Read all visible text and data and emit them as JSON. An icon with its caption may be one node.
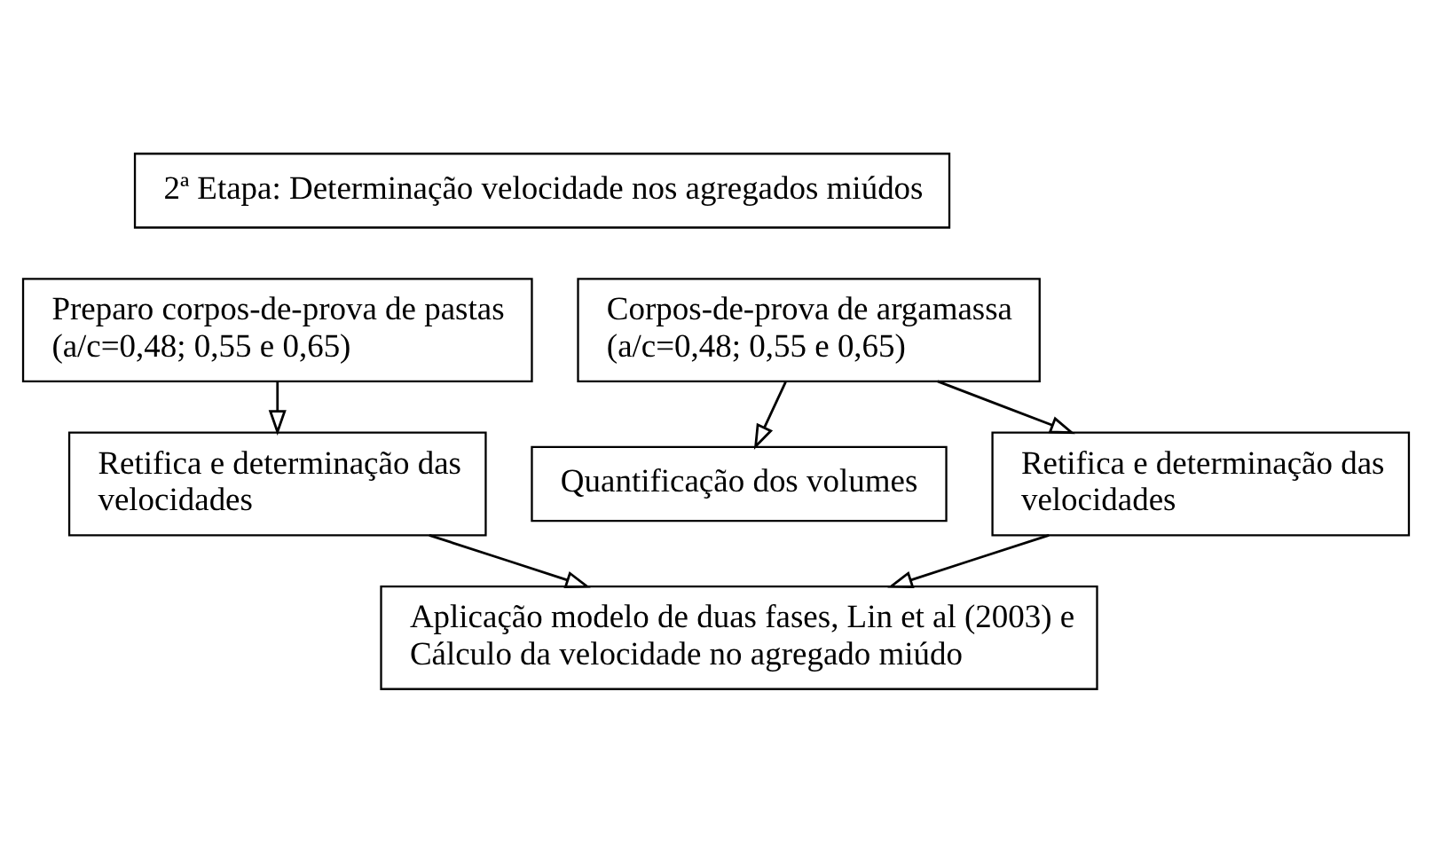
{
  "diagram": {
    "nodes": [
      {
        "text": [
          "2ª Etapa: Determinação velocidade nos agregados miúdos"
        ]
      },
      {
        "text": [
          "Preparo corpos-de-prova de pastas (a/c=0,48; 0,55 e 0,65)"
        ]
      },
      {
        "text": [
          "Corpos-de-prova de argamassa (a/c=0,48; 0,55 e 0,65)"
        ]
      },
      {
        "text": [
          "Quantificação dos volumes"
        ]
      },
      {
        "text": [
          "Retifica e determinação das velocidades"
        ]
      },
      {
        "text": [
          "Retifica e determinação das velocidades"
        ]
      },
      {
        "text": [
          "Aplicação modelo de duas fases, Lin et al (2003) e Cálculo da velocidade no agregado miúdo"
        ]
      }
    ],
    "edges": [
      {
        "from": 1,
        "to": 4,
        "arrow": "to"
      },
      {
        "from": 2,
        "to": 3,
        "arrow": "to"
      },
      {
        "from": 2,
        "to": 5,
        "arrow": "to"
      },
      {
        "from": 4,
        "to": 6,
        "arrow": "to"
      },
      {
        "from": 5,
        "to": 6,
        "arrow": "to"
      }
    ]
  }
}
